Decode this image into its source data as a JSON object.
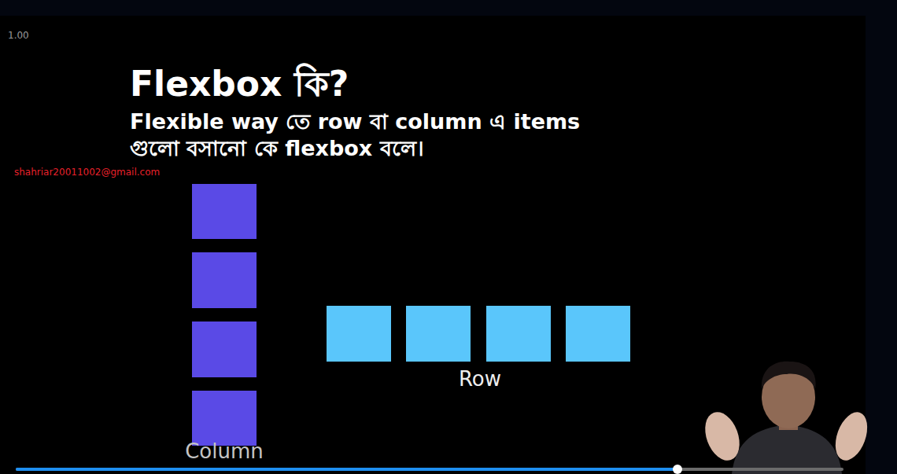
{
  "diagram": {
    "title": "Flexbox কি?",
    "labels": [
      "1.00",
      "Flexible way তে row বা column এ items গুলো বসানো কে flexbox বলে।",
      "shahriar20011002@gmail.com",
      "Row",
      "Column"
    ]
  }
}
